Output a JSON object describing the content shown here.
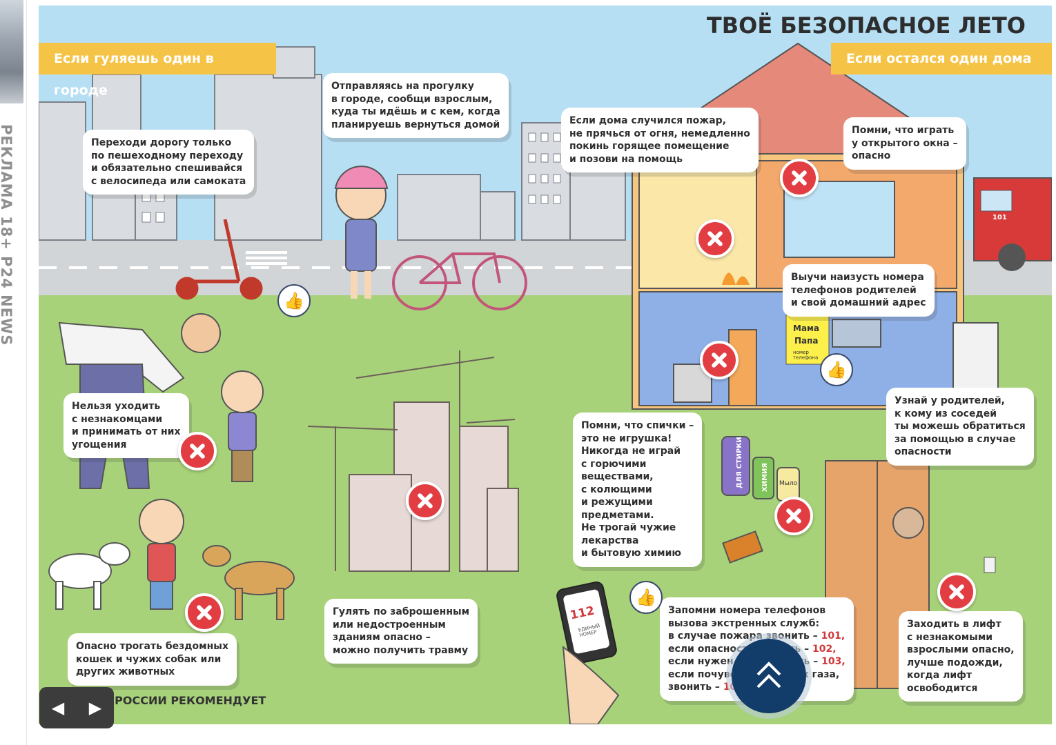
{
  "side_label": "РЕКЛАМА 18+ Р24 NEWS",
  "title": "ТВОЁ БЕЗОПАСНОЕ ЛЕТО",
  "banners": {
    "left": "Если гуляешь один в городе",
    "right": "Если остался один дома"
  },
  "cards": {
    "crossing": "Переходи дорогу только\nпо пешеходному переходу\nи обязательно спешивайся\nс велосипеда или самоката",
    "walk": "Отправляясь на прогулку\nв городе, сообщи взрослым,\nкуда ты идёшь и с кем, когда\nпланируешь вернуться домой",
    "fire": "Если дома случился пожар,\nне прячься от огня, немедленно\nпокинь горящее помещение\nи позови на помощь",
    "window": "Помни, что играть\nу открытого окна –\nопасно",
    "phones_parents": "Выучи наизусть номера\nтелефонов родителей\nи свой домашний адрес",
    "strangers": "Нельзя уходить\nс незнакомцами\nи принимать от них\nугощения",
    "neighbors": "Узнай у родителей,\nк кому из соседей\nты можешь обратиться\nза помощью в случае\nопасности",
    "matches": "Помни, что спички –\nэто не игрушка!\nНикогда не играй\nс горючими\nвеществами,\nс колющими\nи режущими\nпредметами.\nНе трогай чужие\nлекарства\nи бытовую химию",
    "abandoned": "Гулять по заброшенным\nили недостроенным\nзданиям опасно –\nможно получить травму",
    "animals": "Опасно трогать бездомных\nкошек  и чужих собак или\nдругих животных",
    "elevator": "Заходить в лифт\nс незнакомыми\nвзрослыми опасно,\nлучше подожди,\nкогда лифт\nосвободится"
  },
  "emergency": {
    "intro": "Запомни номера  телефонов\nвызова экстренных служб:",
    "lines": [
      {
        "text": "в случае пожара звонить  – ",
        "num": "101,"
      },
      {
        "text": "если опасность  звонить    – ",
        "num": "102,"
      },
      {
        "text": "если нужен врач звонить   – ",
        "num": "103,"
      },
      {
        "text": "если почувствовал запах газа,",
        "num": ""
      },
      {
        "text": "звонить – ",
        "num": "104"
      }
    ]
  },
  "phone_note": {
    "mama": "Мама",
    "papa": "Папа",
    "sub": "номер\nтелефона"
  },
  "phone_screen": {
    "number": "112",
    "sub": "ЕДИНЫЙ\nНОМЕР"
  },
  "bottles": {
    "a": "ДЛЯ СТИРКИ",
    "b": "ХИМИЯ",
    "c": "Мыло"
  },
  "truck_number": "101",
  "footer": "МЧС РОССИИ РЕКОМЕНДУЕТ",
  "nav": {
    "prev": "◀",
    "next": "▶"
  },
  "colors": {
    "banner": "#f5c447",
    "danger": "#e23d42",
    "grass": "#a8d27a",
    "sky": "#b7dff3",
    "fab": "#123d6a"
  }
}
